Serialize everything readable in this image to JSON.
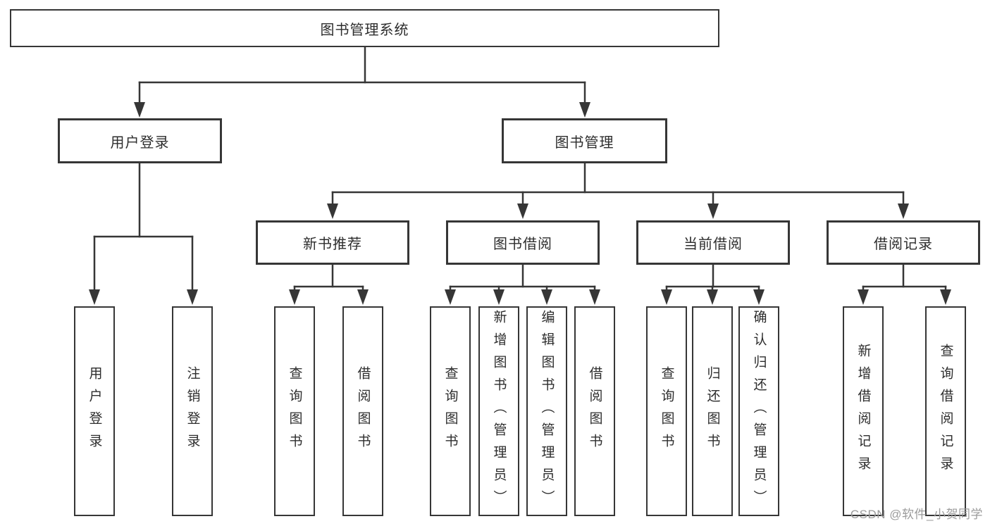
{
  "diagram": {
    "type": "hierarchy-structure-chart",
    "tree": {
      "label": "图书管理系统",
      "children": [
        {
          "label": "用户登录",
          "children": [
            {
              "label": "用户登录"
            },
            {
              "label": "注销登录"
            }
          ]
        },
        {
          "label": "图书管理",
          "children": [
            {
              "label": "新书推荐",
              "children": [
                {
                  "label": "查询图书"
                },
                {
                  "label": "借阅图书"
                }
              ]
            },
            {
              "label": "图书借阅",
              "children": [
                {
                  "label": "查询图书"
                },
                {
                  "label": "新增图书（管理员）"
                },
                {
                  "label": "编辑图书（管理员）"
                },
                {
                  "label": "借阅图书"
                }
              ]
            },
            {
              "label": "当前借阅",
              "children": [
                {
                  "label": "查询图书"
                },
                {
                  "label": "归还图书"
                },
                {
                  "label": "确认归还（管理员）"
                }
              ]
            },
            {
              "label": "借阅记录",
              "children": [
                {
                  "label": "新增借阅记录"
                },
                {
                  "label": "查询借阅记录"
                }
              ]
            }
          ]
        }
      ]
    },
    "colors": {
      "line": "#363636",
      "box_border": "#363636",
      "text": "#2d2d2d",
      "background": "#ffffff",
      "watermark": "#9b9b9b"
    }
  },
  "watermark": {
    "text": "CSDN @软件_小贺同学"
  }
}
